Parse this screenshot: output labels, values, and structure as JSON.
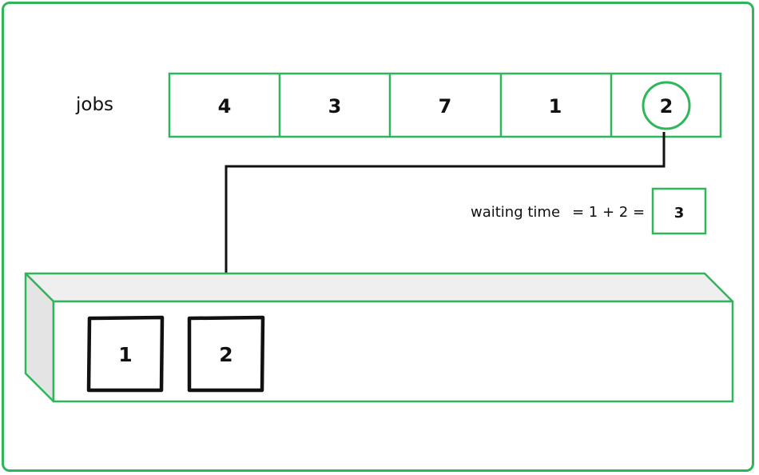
{
  "jobs_label": "jobs",
  "jobs": [
    "4",
    "3",
    "7",
    "1",
    "2"
  ],
  "selected_job_index": 4,
  "waiting_time": {
    "label": "waiting time",
    "expression": "= 1 + 2 =",
    "result": "3"
  },
  "queue": [
    "1",
    "2"
  ],
  "colors": {
    "accent": "#2fb65a",
    "ink": "#111111",
    "shelf_face": "#ffffff",
    "shelf_side": "#e4e4e4",
    "shelf_top": "#efefef"
  }
}
